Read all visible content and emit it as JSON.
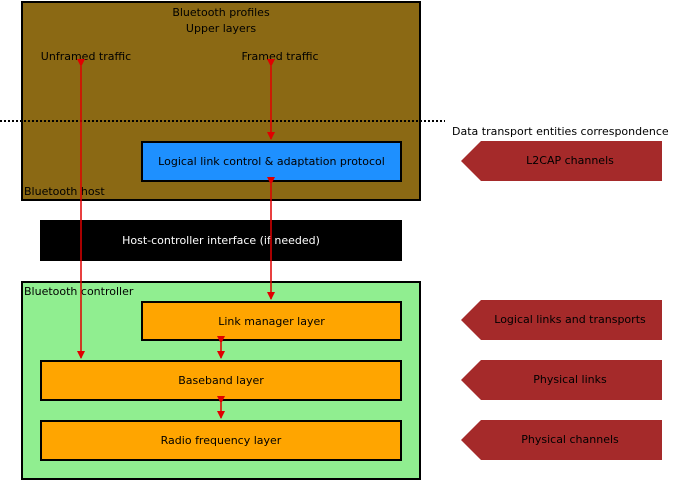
{
  "host": {
    "title_line1": "Bluetooth profiles",
    "title_line2": "Upper layers",
    "unframed_label": "Unframed traffic",
    "framed_label": "Framed traffic",
    "host_label": "Bluetooth host",
    "l2cap_label": "Logical link control & adaptation protocol",
    "fill_color": "#8b6914"
  },
  "hci": {
    "label": "Host-controller interface (if needed)"
  },
  "controller": {
    "label": "Bluetooth controller",
    "link_manager": "Link manager layer",
    "baseband": "Baseband layer",
    "radio": "Radio frequency layer",
    "fill_color": "#90ee90"
  },
  "correspondence": {
    "heading": "Data transport entities correspondence",
    "arrow_color": "#a52a2a",
    "items": [
      {
        "label": "L2CAP channels"
      },
      {
        "label": "Logical links and transports"
      },
      {
        "label": "Physical links"
      },
      {
        "label": "Physical channels"
      }
    ]
  },
  "colors": {
    "l2cap": "#1e90ff",
    "layer": "#ffa500",
    "data_arrow": "#e00000"
  }
}
